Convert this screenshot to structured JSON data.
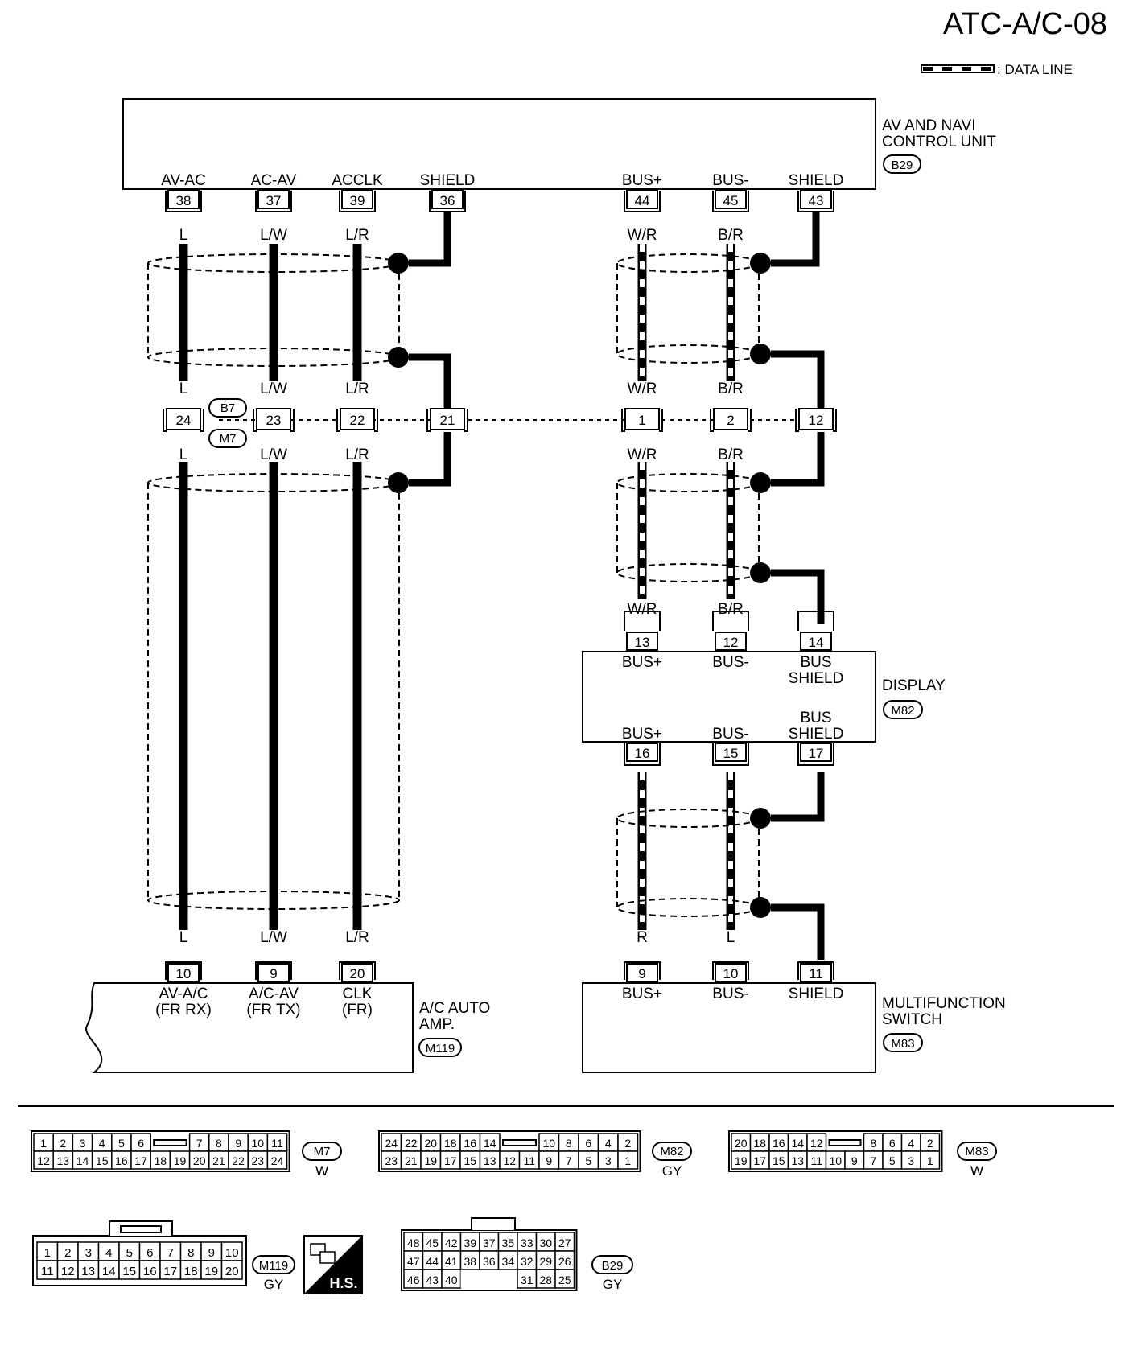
{
  "page_title": "ATC-A/C-08",
  "legend": {
    "label": ": DATA LINE"
  },
  "av_navi": {
    "name_line1": "AV AND NAVI",
    "name_line2": "CONTROL UNIT",
    "connector": "B29",
    "terminals": [
      {
        "label": "AV-AC",
        "pin": "38"
      },
      {
        "label": "AC-AV",
        "pin": "37"
      },
      {
        "label": "ACCLK",
        "pin": "39"
      },
      {
        "label": "SHIELD",
        "pin": "36"
      },
      {
        "label": "BUS+",
        "pin": "44"
      },
      {
        "label": "BUS-",
        "pin": "45"
      },
      {
        "label": "SHIELD",
        "pin": "43"
      }
    ]
  },
  "joint": {
    "connector_upper": "B7",
    "connector_lower": "M7",
    "pins": [
      "24",
      "23",
      "22",
      "21",
      "1",
      "2",
      "12"
    ]
  },
  "wire_colors": {
    "l": "L",
    "lw": "L/W",
    "lr": "L/R",
    "wr": "W/R",
    "br": "B/R",
    "r": "R"
  },
  "display": {
    "name": "DISPLAY",
    "connector": "M82",
    "top_terminals": [
      {
        "pin": "13",
        "label": "BUS+"
      },
      {
        "pin": "12",
        "label": "BUS-"
      },
      {
        "pin": "14",
        "label1": "BUS",
        "label2": "SHIELD"
      }
    ],
    "bottom_terminals": [
      {
        "pin": "16",
        "label": "BUS+"
      },
      {
        "pin": "15",
        "label": "BUS-"
      },
      {
        "pin": "17",
        "label1": "BUS",
        "label2": "SHIELD"
      }
    ]
  },
  "ac_amp": {
    "name_line1": "A/C AUTO",
    "name_line2": "AMP.",
    "connector": "M119",
    "terminals": [
      {
        "pin": "10",
        "label1": "AV-A/C",
        "label2": "(FR RX)"
      },
      {
        "pin": "9",
        "label1": "A/C-AV",
        "label2": "(FR TX)"
      },
      {
        "pin": "20",
        "label1": "CLK",
        "label2": "(FR)"
      }
    ]
  },
  "multifunction": {
    "name_line1": "MULTIFUNCTION",
    "name_line2": "SWITCH",
    "connector": "M83",
    "terminals": [
      {
        "pin": "9",
        "label": "BUS+"
      },
      {
        "pin": "10",
        "label": "BUS-"
      },
      {
        "pin": "11",
        "label": "SHIELD"
      }
    ]
  },
  "connector_faces": {
    "M7": {
      "id": "M7",
      "color": "W",
      "row1": [
        "1",
        "2",
        "3",
        "4",
        "5",
        "6",
        "",
        "7",
        "8",
        "9",
        "10",
        "11"
      ],
      "row2": [
        "12",
        "13",
        "14",
        "15",
        "16",
        "17",
        "18",
        "19",
        "20",
        "21",
        "22",
        "23",
        "24"
      ]
    },
    "M82": {
      "id": "M82",
      "color": "GY",
      "row1": [
        "24",
        "22",
        "20",
        "18",
        "16",
        "14",
        "",
        "10",
        "8",
        "6",
        "4",
        "2"
      ],
      "row2": [
        "23",
        "21",
        "19",
        "17",
        "15",
        "13",
        "12",
        "11",
        "9",
        "7",
        "5",
        "3",
        "1"
      ]
    },
    "M83": {
      "id": "M83",
      "color": "W",
      "row1": [
        "20",
        "18",
        "16",
        "14",
        "12",
        "",
        "8",
        "6",
        "4",
        "2"
      ],
      "row2": [
        "19",
        "17",
        "15",
        "13",
        "11",
        "10",
        "9",
        "7",
        "5",
        "3",
        "1"
      ]
    },
    "M119": {
      "id": "M119",
      "color": "GY",
      "row1": [
        "1",
        "2",
        "3",
        "4",
        "5",
        "6",
        "7",
        "8",
        "9",
        "10"
      ],
      "row2": [
        "11",
        "12",
        "13",
        "14",
        "15",
        "16",
        "17",
        "18",
        "19",
        "20"
      ]
    },
    "B29": {
      "id": "B29",
      "color": "GY",
      "row1": [
        "48",
        "45",
        "42",
        "39",
        "37",
        "35",
        "33",
        "30",
        "27"
      ],
      "row2": [
        "47",
        "44",
        "41",
        "38",
        "36",
        "34",
        "32",
        "29",
        "26"
      ],
      "row3": [
        "46",
        "43",
        "40",
        "",
        "",
        "",
        "31",
        "28",
        "25"
      ]
    }
  },
  "hs_label": "H.S."
}
